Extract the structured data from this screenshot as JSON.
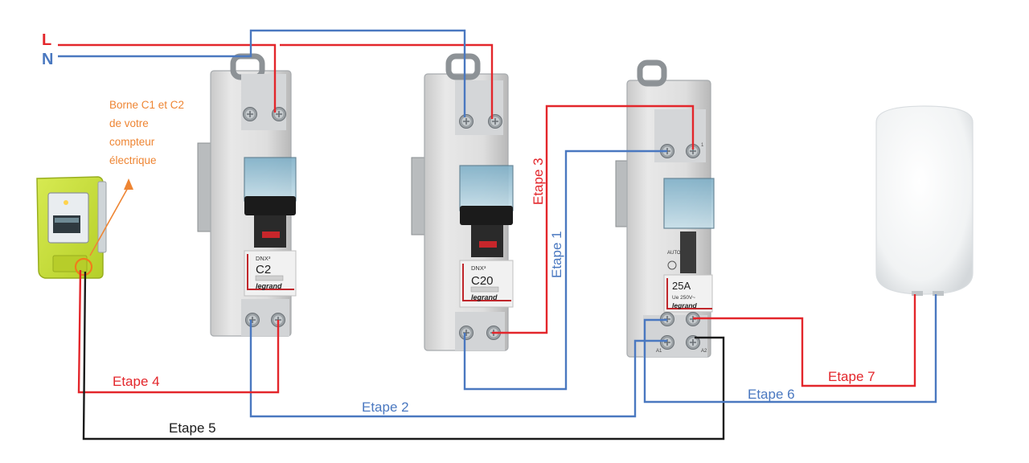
{
  "colors": {
    "phase": "#e3262b",
    "neutral": "#4a78c0",
    "control": "#1a1a1a",
    "annotation": "#ee8533",
    "meter_body": "#c5dd3a",
    "breaker_body": "#dadada"
  },
  "lines": {
    "phase_label": "L",
    "neutral_label": "N"
  },
  "meter": {
    "annotation_lines": [
      "Borne C1 et C2",
      "de votre",
      "compteur",
      "électrique"
    ]
  },
  "breaker_c2": {
    "model": "DNX³",
    "rating": "C2",
    "brand": "legrand"
  },
  "breaker_c20": {
    "model": "DNX³",
    "rating": "C20",
    "brand": "legrand"
  },
  "contactor": {
    "mode_label": "AUTO",
    "rating": "25A",
    "voltage": "Ue 250V~",
    "brand": "legrand",
    "terminal_a1": "A1",
    "terminal_a2": "A2"
  },
  "steps": {
    "etape1": "Etape 1",
    "etape2": "Etape 2",
    "etape3": "Etape 3",
    "etape4": "Etape 4",
    "etape5": "Etape 5",
    "etape6": "Etape 6",
    "etape7": "Etape 7"
  }
}
